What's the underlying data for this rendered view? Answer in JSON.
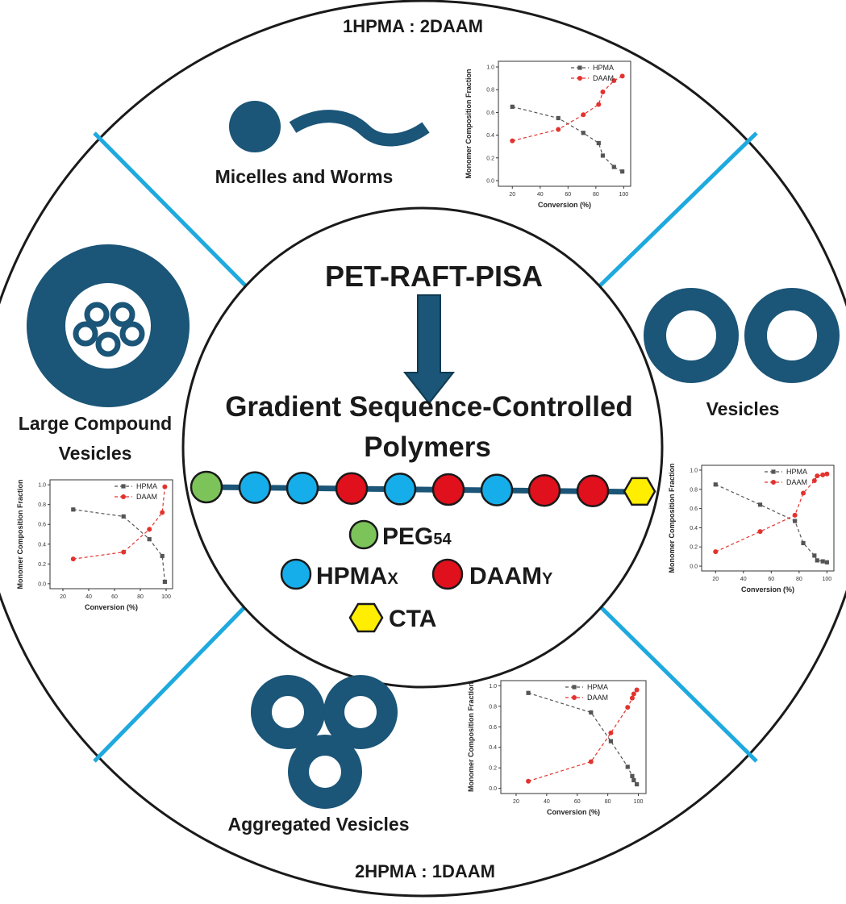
{
  "ratios": {
    "top": "1HPMA : 2DAAM",
    "bottom": "2HPMA : 1DAAM"
  },
  "center": {
    "method": "PET-RAFT-PISA",
    "result_line1": "Gradient Sequence-Controlled",
    "result_line2": "Polymers"
  },
  "chain": [
    "PEG",
    "HPMA",
    "HPMA",
    "DAAM",
    "HPMA",
    "DAAM",
    "HPMA",
    "DAAM",
    "DAAM",
    "CTA"
  ],
  "legend": {
    "peg": {
      "label": "PEG",
      "sub": "54"
    },
    "hpma": {
      "label": "HPMA",
      "sub": "X"
    },
    "daam": {
      "label": "DAAM",
      "sub": "Y"
    },
    "cta": {
      "label": "CTA"
    }
  },
  "morphologies": {
    "top": "Micelles and Worms",
    "left_line1": "Large Compound",
    "left_line2": "Vesicles",
    "right": "Vesicles",
    "bottom": "Aggregated Vesicles"
  },
  "colors": {
    "navy": "#1b5577",
    "divider": "#1ea9df",
    "peg": "#7cc35a",
    "hpma": "#15aeea",
    "daam": "#e0101c",
    "cta": "#ffee00",
    "hpma_series": "#555555",
    "daam_series": "#e2332e"
  },
  "chart_data": [
    {
      "type": "line",
      "position": "top",
      "xlabel": "Conversion (%)",
      "ylabel": "Monomer Composition Fraction",
      "xticks": [
        20,
        40,
        60,
        80,
        100
      ],
      "yticks": [
        0.0,
        0.2,
        0.4,
        0.6,
        0.8,
        1.0
      ],
      "xlim": [
        10,
        105
      ],
      "ylim": [
        -0.05,
        1.05
      ],
      "series": [
        {
          "name": "HPMA",
          "x": [
            20,
            53,
            71,
            82,
            85,
            93,
            99
          ],
          "y": [
            0.65,
            0.55,
            0.42,
            0.33,
            0.22,
            0.12,
            0.08
          ]
        },
        {
          "name": "DAAM",
          "x": [
            20,
            53,
            71,
            82,
            85,
            93,
            99
          ],
          "y": [
            0.35,
            0.45,
            0.58,
            0.67,
            0.78,
            0.88,
            0.92
          ]
        }
      ]
    },
    {
      "type": "line",
      "position": "left",
      "xlabel": "Conversion (%)",
      "ylabel": "Monomer Composition Fraction",
      "xticks": [
        20,
        40,
        60,
        80,
        100
      ],
      "yticks": [
        0.0,
        0.2,
        0.4,
        0.6,
        0.8,
        1.0
      ],
      "xlim": [
        10,
        105
      ],
      "ylim": [
        -0.05,
        1.05
      ],
      "series": [
        {
          "name": "HPMA",
          "x": [
            28,
            67,
            87,
            97,
            99
          ],
          "y": [
            0.75,
            0.68,
            0.45,
            0.28,
            0.02
          ]
        },
        {
          "name": "DAAM",
          "x": [
            28,
            67,
            87,
            97,
            99
          ],
          "y": [
            0.25,
            0.32,
            0.55,
            0.72,
            0.98
          ]
        }
      ]
    },
    {
      "type": "line",
      "position": "right",
      "xlabel": "Conversion (%)",
      "ylabel": "Monomer Composition Fraction",
      "xticks": [
        20,
        40,
        60,
        80,
        100
      ],
      "yticks": [
        0.0,
        0.2,
        0.4,
        0.6,
        0.8,
        1.0
      ],
      "xlim": [
        10,
        105
      ],
      "ylim": [
        -0.05,
        1.05
      ],
      "series": [
        {
          "name": "HPMA",
          "x": [
            20,
            52,
            77,
            83,
            91,
            93,
            97,
            100
          ],
          "y": [
            0.85,
            0.64,
            0.47,
            0.24,
            0.11,
            0.06,
            0.05,
            0.04
          ]
        },
        {
          "name": "DAAM",
          "x": [
            20,
            52,
            77,
            83,
            91,
            93,
            97,
            100
          ],
          "y": [
            0.15,
            0.36,
            0.53,
            0.76,
            0.89,
            0.94,
            0.95,
            0.96
          ]
        }
      ]
    },
    {
      "type": "line",
      "position": "bottom",
      "xlabel": "Conversion (%)",
      "ylabel": "Monomer Composition Fraction",
      "xticks": [
        20,
        40,
        60,
        80,
        100
      ],
      "yticks": [
        0.0,
        0.2,
        0.4,
        0.6,
        0.8,
        1.0
      ],
      "xlim": [
        10,
        105
      ],
      "ylim": [
        -0.05,
        1.05
      ],
      "series": [
        {
          "name": "HPMA",
          "x": [
            28,
            69,
            82,
            93,
            96,
            97,
            99
          ],
          "y": [
            0.93,
            0.74,
            0.46,
            0.21,
            0.12,
            0.08,
            0.04
          ]
        },
        {
          "name": "DAAM",
          "x": [
            28,
            69,
            82,
            93,
            96,
            97,
            99
          ],
          "y": [
            0.07,
            0.26,
            0.54,
            0.79,
            0.88,
            0.92,
            0.96
          ]
        }
      ]
    }
  ]
}
